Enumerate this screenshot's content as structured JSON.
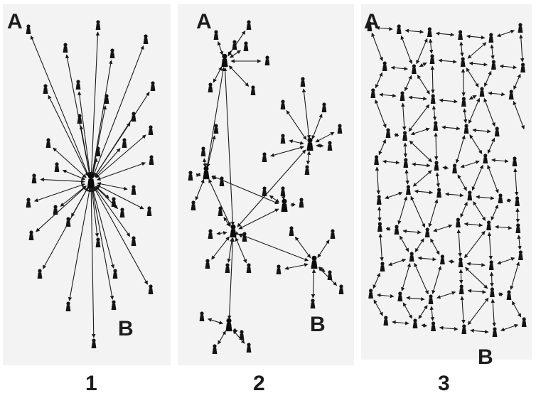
{
  "panels": [
    {
      "number": "1",
      "corner_label": "A",
      "endpoint_label": "B",
      "topology": "centralized"
    },
    {
      "number": "2",
      "corner_label": "A",
      "endpoint_label": "B",
      "topology": "decentralized"
    },
    {
      "number": "3",
      "corner_label": "A",
      "endpoint_label": "B",
      "topology": "distributed"
    }
  ],
  "colors": {
    "ink": "#1a1a1a",
    "paper": "#f3f3f3",
    "background": "#ffffff"
  },
  "icons": {
    "node": "person-figure-icon",
    "edge": "double-arrow-icon"
  }
}
